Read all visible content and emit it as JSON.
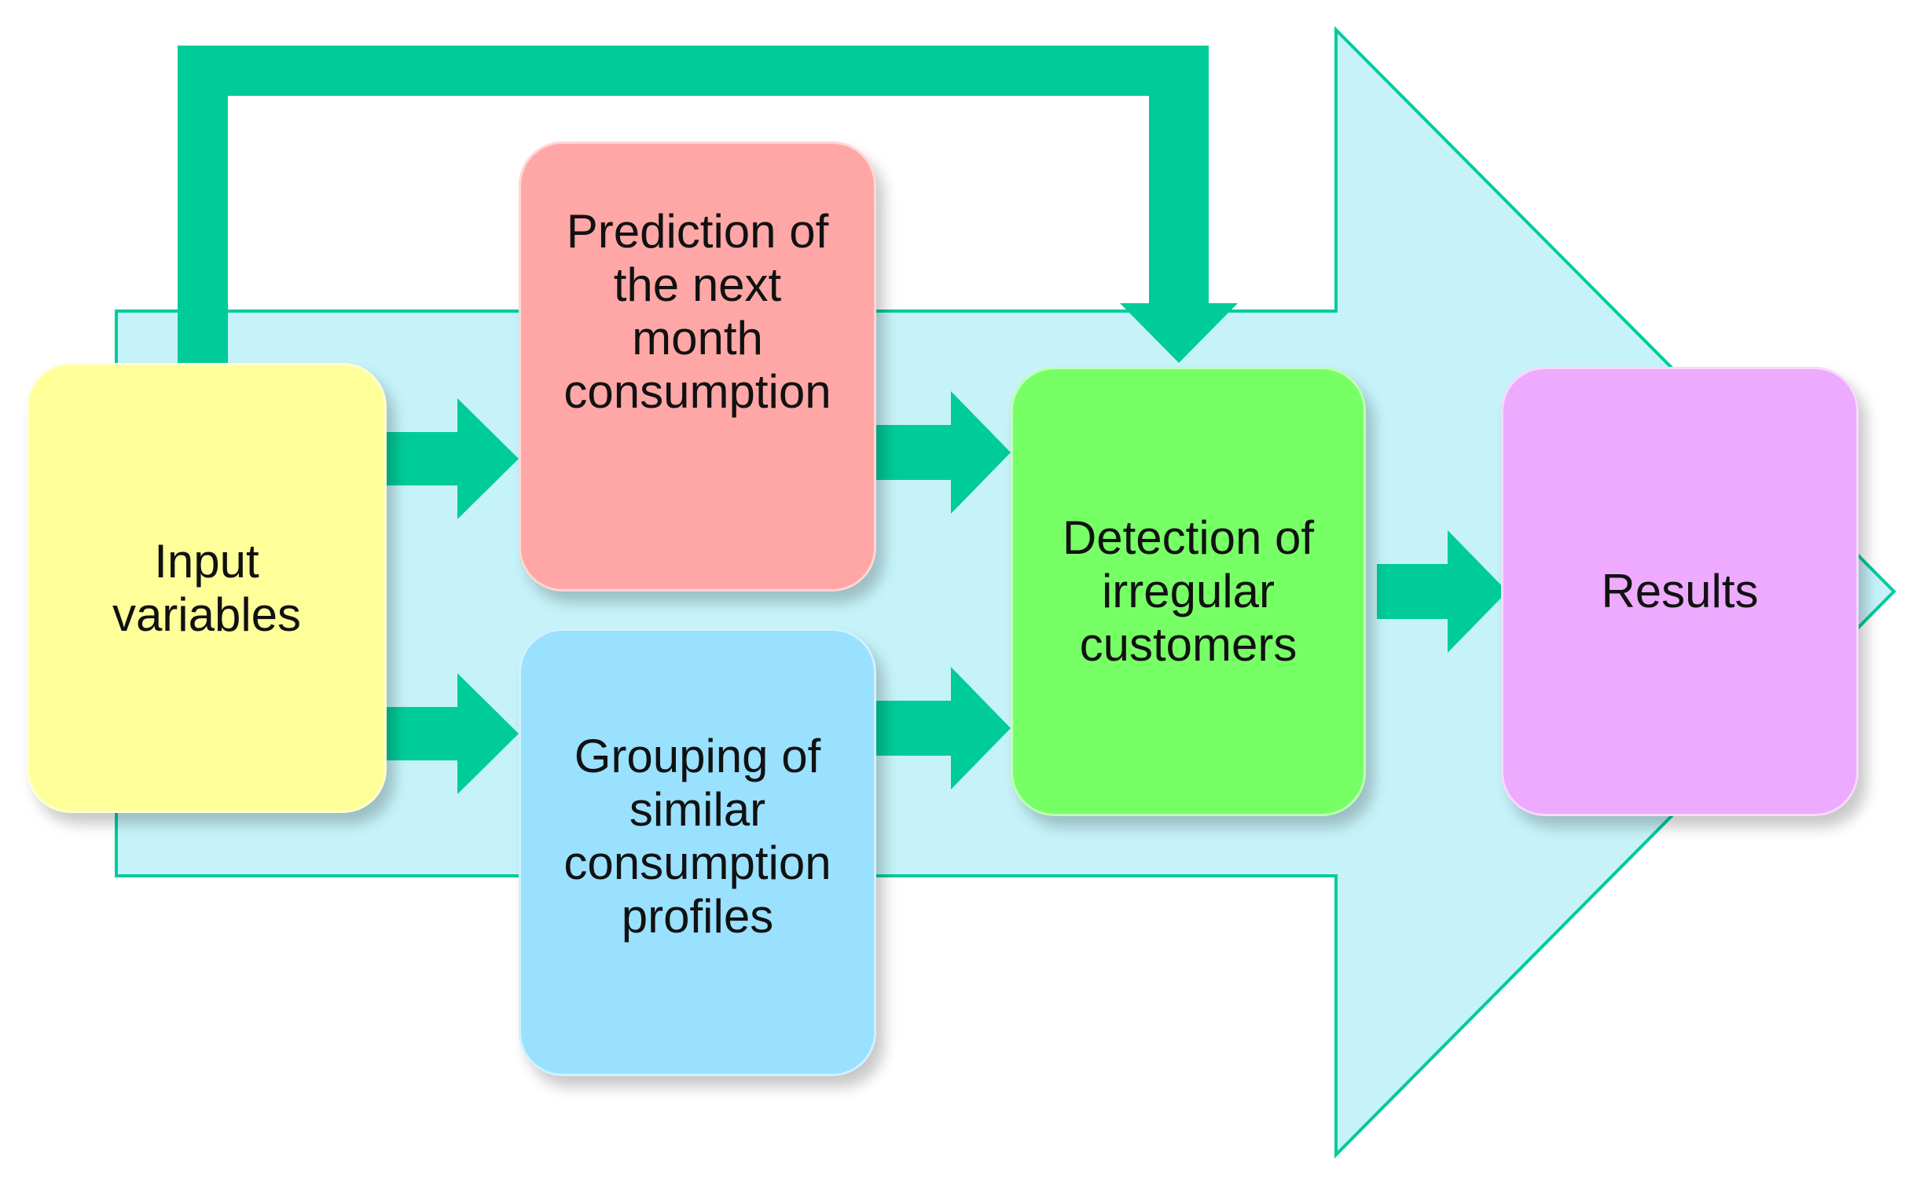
{
  "nodes": {
    "input": {
      "label": "Input\nvariables",
      "color": "#FFFF99"
    },
    "prediction": {
      "label": "Prediction of\nthe next\nmonth\nconsumption",
      "color": "#FFA7A7"
    },
    "grouping": {
      "label": "Grouping of\nsimilar\nconsumption\nprofiles",
      "color": "#99E1FF"
    },
    "detection": {
      "label": "Detection of\nirregular\ncustomers",
      "color": "#77FF66"
    },
    "results": {
      "label": "Results",
      "color": "#EEAAFF"
    }
  },
  "colors": {
    "background_arrow_fill": "#C6F3FA",
    "background_arrow_stroke": "#00CC99",
    "connector_arrow": "#00CC99"
  }
}
